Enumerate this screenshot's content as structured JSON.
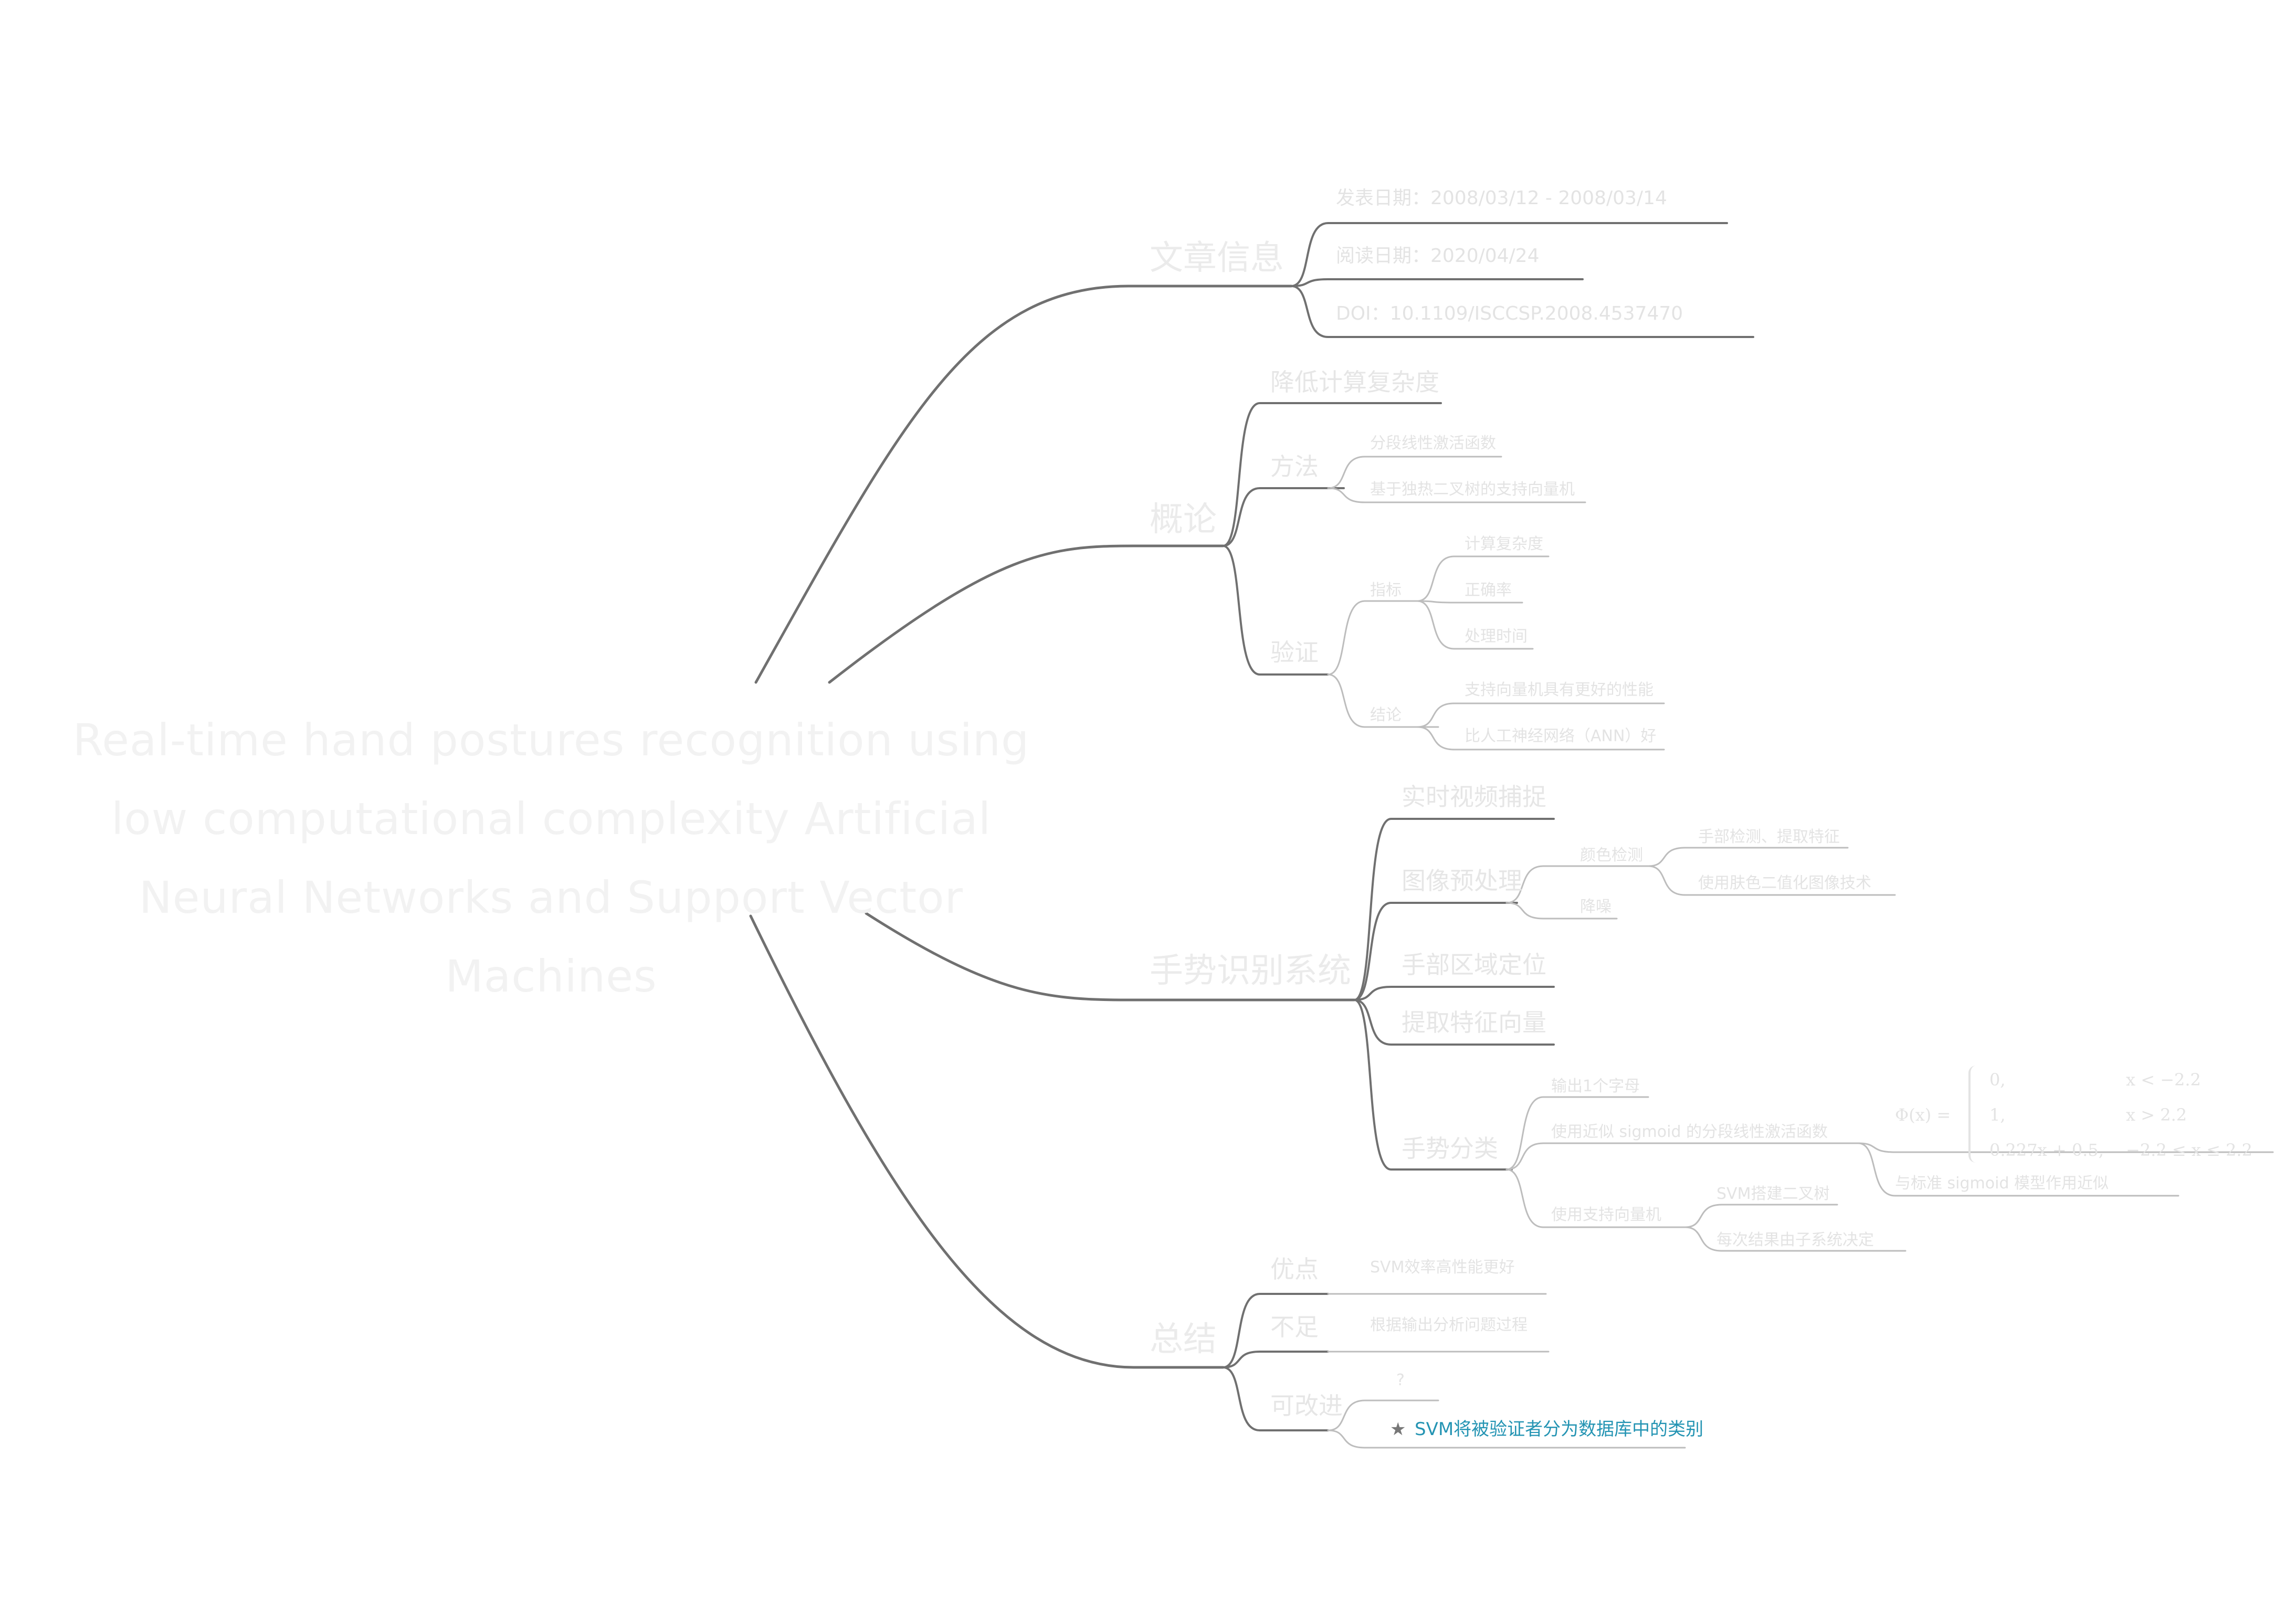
{
  "colors": {
    "branch": "#707070",
    "leaf": "#bdbdbd",
    "highlight": "#2494b3",
    "faint_text": "#e6e6e6"
  },
  "root": {
    "title": "Real-time hand postures recognition using low computational complexity Artificial Neural Networks and Support Vector Machines"
  },
  "article_info": {
    "label": "文章信息",
    "publish_date": "发表日期：2008/03/12 - 2008/03/14",
    "read_date": "阅读日期：2020/04/24",
    "doi": "DOI：10.1109/ISCCSP.2008.4537470"
  },
  "overview": {
    "label": "概论",
    "goal": "降低计算复杂度",
    "method": {
      "label": "方法",
      "items": [
        "分段线性激活函数",
        "基于独热二叉树的支持向量机"
      ]
    },
    "validation": {
      "label": "验证",
      "metrics": {
        "label": "指标",
        "items": [
          "计算复杂度",
          "正确率",
          "处理时间"
        ]
      },
      "conclusion": {
        "label": "结论",
        "items": [
          "支持向量机具有更好的性能",
          "比人工神经网络（ANN）好"
        ]
      }
    }
  },
  "system": {
    "label": "手势识别系统",
    "capture": "实时视频捕捉",
    "preprocess": {
      "label": "图像预处理",
      "color_detect": {
        "label": "颜色检测",
        "items": [
          "手部检测、提取特征",
          "使用肤色二值化图像技术"
        ]
      },
      "denoise": "降噪"
    },
    "roi": "手部区域定位",
    "feature": "提取特征向量",
    "classify": {
      "label": "手势分类",
      "output": "输出1个字母",
      "approx": "使用近似 sigmoid 的分段线性激活函数",
      "approx_note": "与标准 sigmoid 模型作用近似",
      "svm": {
        "label": "使用支持向量机",
        "items": [
          "SVM搭建二叉树",
          "每次结果由子系统决定"
        ]
      },
      "formula": {
        "lhs": "Φ(x) =",
        "cases": [
          {
            "value": "0,",
            "cond": "x < −2.2"
          },
          {
            "value": "1,",
            "cond": "x > 2.2"
          },
          {
            "value": "0.227x + 0.5,",
            "cond": "−2.2 ≤ x ≤ 2.2"
          }
        ]
      }
    }
  },
  "summary": {
    "label": "总结",
    "pros": {
      "label": "优点",
      "item": "SVM效率高性能更好"
    },
    "cons": {
      "label": "不足",
      "item": "根据输出分析问题过程"
    },
    "question": {
      "label": "可改进",
      "item": "?",
      "highlight": "SVM将被验证者分为数据库中的类别"
    }
  }
}
